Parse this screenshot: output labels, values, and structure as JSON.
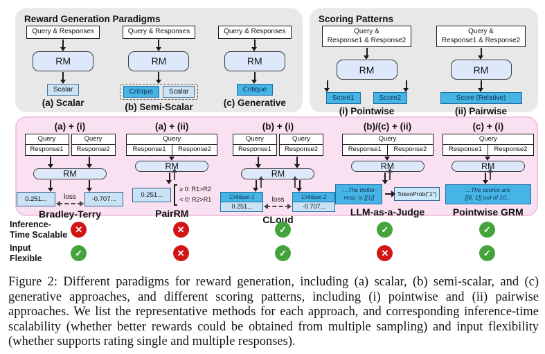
{
  "shared": {
    "rm": "RM",
    "query": "Query",
    "response1": "Response1",
    "response2": "Response2",
    "loss": "loss",
    "query_responses": "Query & Responses",
    "input_line1": "Query &",
    "input_line2": "Response1 & Response2"
  },
  "reward_panel": {
    "title": "Reward Generation Paradigms",
    "col_a": {
      "output": "Scalar",
      "caption": "(a) Scalar"
    },
    "col_b": {
      "output1": "Critique",
      "output2": "Scalar",
      "caption": "(b) Semi-Scalar"
    },
    "col_c": {
      "output": "Critique",
      "caption": "(c) Generative"
    }
  },
  "scoring_panel": {
    "title": "Scoring Patterns",
    "pointwise": {
      "score1": "Score1",
      "score2": "Score2",
      "caption": "(i) Pointwise"
    },
    "pairwise": {
      "score": "Score (Relative)",
      "caption": "(ii) Pairwise"
    }
  },
  "methods": {
    "bradley_terry": {
      "header": "(a) + (i)",
      "score1": "0.251...",
      "score2": "-0.707...",
      "name": "Bradley-Terry"
    },
    "pairrm": {
      "header": "(a) + (ii)",
      "score": "0.251...",
      "rule_pos": "≥ 0: R1>R2",
      "rule_neg": "< 0: R2>R1",
      "name": "PairRM"
    },
    "cloud": {
      "header": "(b) + (i)",
      "critique1": "Critique 1",
      "score1": "0.251...",
      "critique2": "Critique 2",
      "score2": "-0.707...",
      "name": "CLoud"
    },
    "llm_judge": {
      "header": "(b)/(c) + (ii)",
      "output_line1": "...The better",
      "output_line2": "resp. is [[1]]",
      "token_prob": "TokenProb(\"1\")",
      "name": "LLM-as-a-Judge"
    },
    "pointwise_grm": {
      "header": "(c) + (i)",
      "output_line1": "...The scores are",
      "output_line2": "[[8, 1]] out of 10...",
      "name": "Pointwise GRM"
    }
  },
  "features": {
    "row1": {
      "label_line1": "Inference-",
      "label_line2": "Time Scalable",
      "values": [
        "no",
        "no",
        "yes",
        "yes",
        "yes"
      ]
    },
    "row2": {
      "label_line1": "Input",
      "label_line2": "Flexible",
      "values": [
        "yes",
        "no",
        "yes",
        "no",
        "yes"
      ]
    }
  },
  "caption": "Figure 2: Different paradigms for reward generation, including (a) scalar, (b) semi-scalar, and (c) generative approaches, and different scoring patterns, including (i) pointwise and (ii) pairwise approaches. We list the representative methods for each approach, and corresponding inference-time scalability (whether better rewards could be obtained from multiple sampling) and input flexibility (whether supports rating single and multiple responses).",
  "colors": {
    "panel_gray": "#e8e8e8",
    "panel_pink": "#fae1f1",
    "panel_pink_border": "#f1c4e0",
    "rm_box_blue": "#dde9fb",
    "light_blue_box": "#cde3f5",
    "medium_blue_box": "#46b5e6",
    "check_green": "#44a33c",
    "cross_red": "#d21515"
  }
}
